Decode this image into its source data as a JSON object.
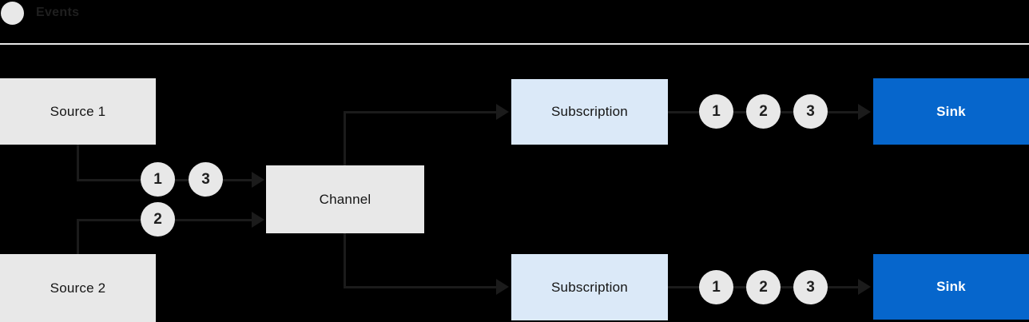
{
  "legend": {
    "label": "Events"
  },
  "nodes": {
    "source1": "Source 1",
    "source2": "Source 2",
    "channel": "Channel",
    "subscription1": "Subscription",
    "subscription2": "Subscription",
    "sink1": "Sink",
    "sink2": "Sink"
  },
  "events": {
    "source1_to_channel": [
      "1",
      "3"
    ],
    "source2_to_channel": [
      "2"
    ],
    "subscription1_to_sink": [
      "1",
      "2",
      "3"
    ],
    "subscription2_to_sink": [
      "1",
      "2",
      "3"
    ]
  },
  "colors": {
    "background": "#000000",
    "box_gray": "#E8E8E8",
    "box_light_blue": "#DBE9F8",
    "box_blue": "#0666CC",
    "line": "#1B1B1B",
    "text_dark": "#151515",
    "text_light": "#FFFFFF",
    "divider": "#E8E8E8"
  }
}
